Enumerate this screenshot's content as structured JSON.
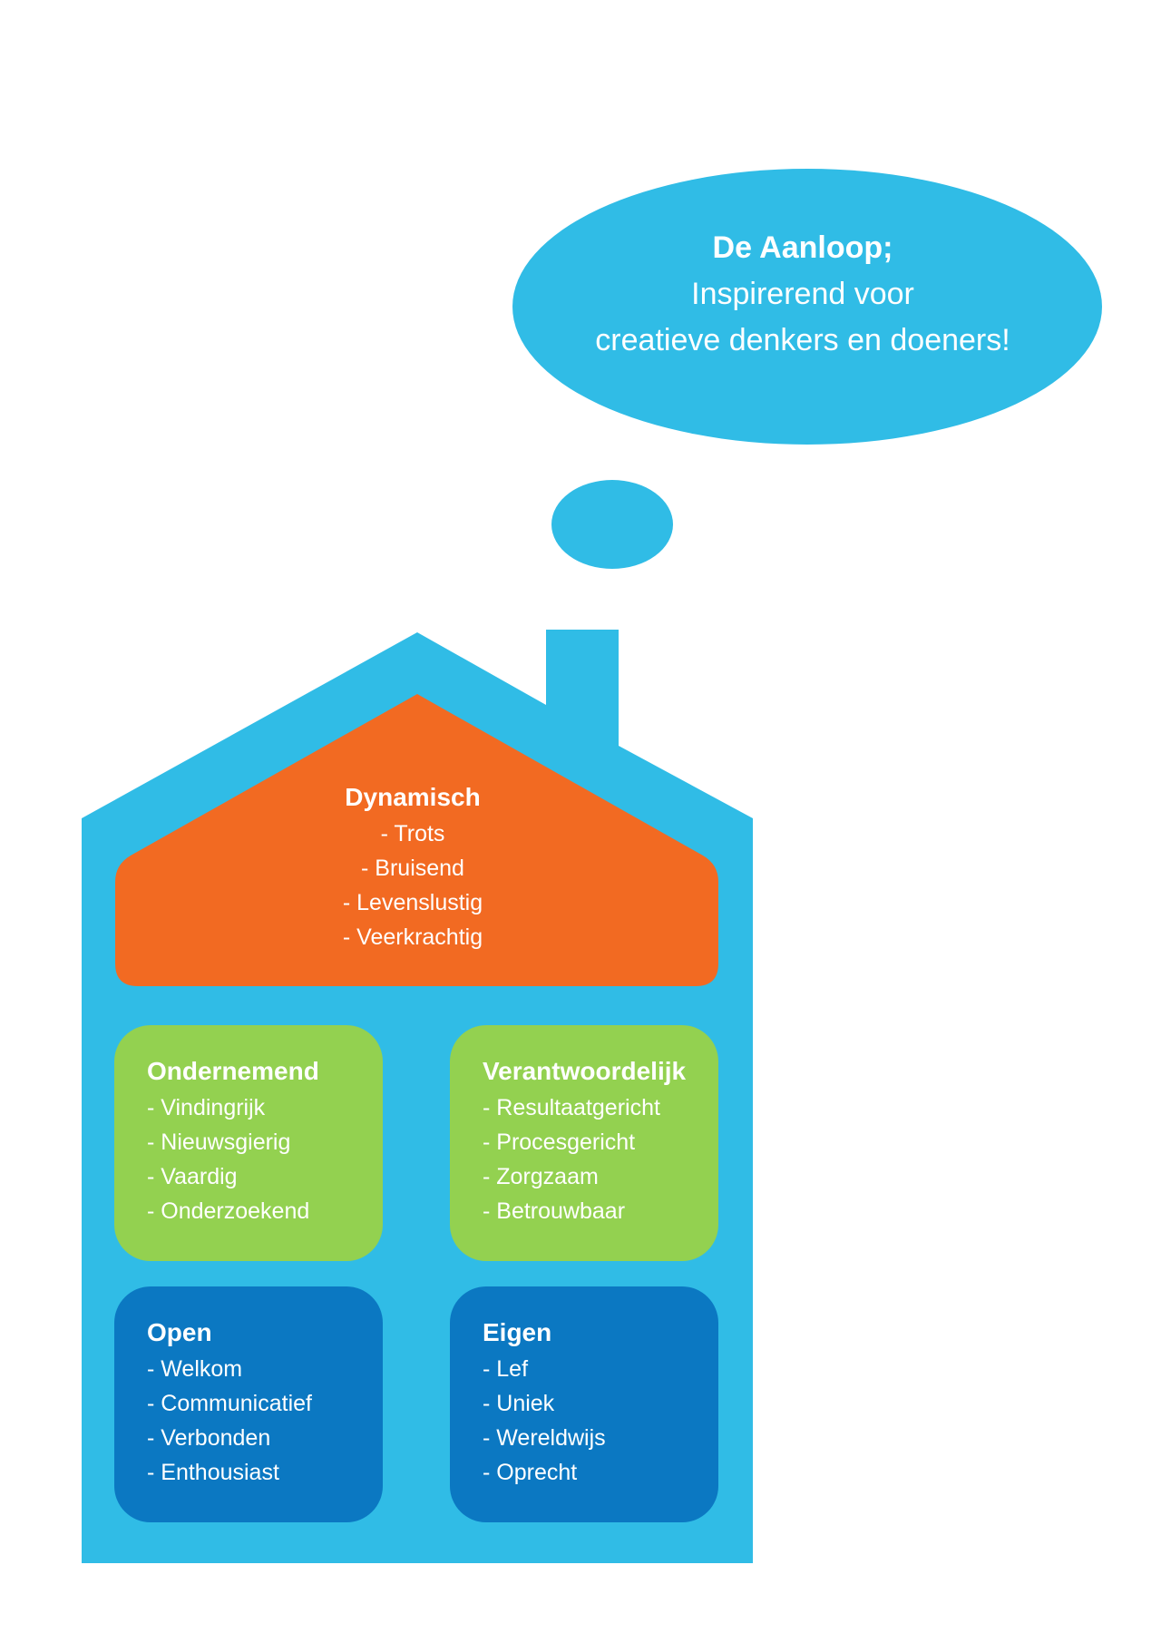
{
  "colors": {
    "house": "#30bce6",
    "roof": "#f26a22",
    "green": "#93d150",
    "dark_blue": "#0b78c2",
    "text": "#ffffff"
  },
  "bubble": {
    "title": "De Aanloop;",
    "line1": "Inspirerend voor",
    "line2": "creatieve denkers en doeners!"
  },
  "roof": {
    "title": "Dynamisch",
    "items": [
      "- Trots",
      "- Bruisend",
      "- Levenslustig",
      "- Veerkrachtig"
    ]
  },
  "boxes": [
    {
      "title": "Ondernemend",
      "items": [
        "- Vindingrijk",
        "- Nieuwsgierig",
        "- Vaardig",
        "- Onderzoekend"
      ]
    },
    {
      "title": "Verantwoordelijk",
      "items": [
        "- Resultaatgericht",
        "- Procesgericht",
        "- Zorgzaam",
        "- Betrouwbaar"
      ]
    },
    {
      "title": "Open",
      "items": [
        "- Welkom",
        "- Communicatief",
        "- Verbonden",
        "- Enthousiast"
      ]
    },
    {
      "title": "Eigen",
      "items": [
        "- Lef",
        "- Uniek",
        "- Wereldwijs",
        "- Oprecht"
      ]
    }
  ]
}
